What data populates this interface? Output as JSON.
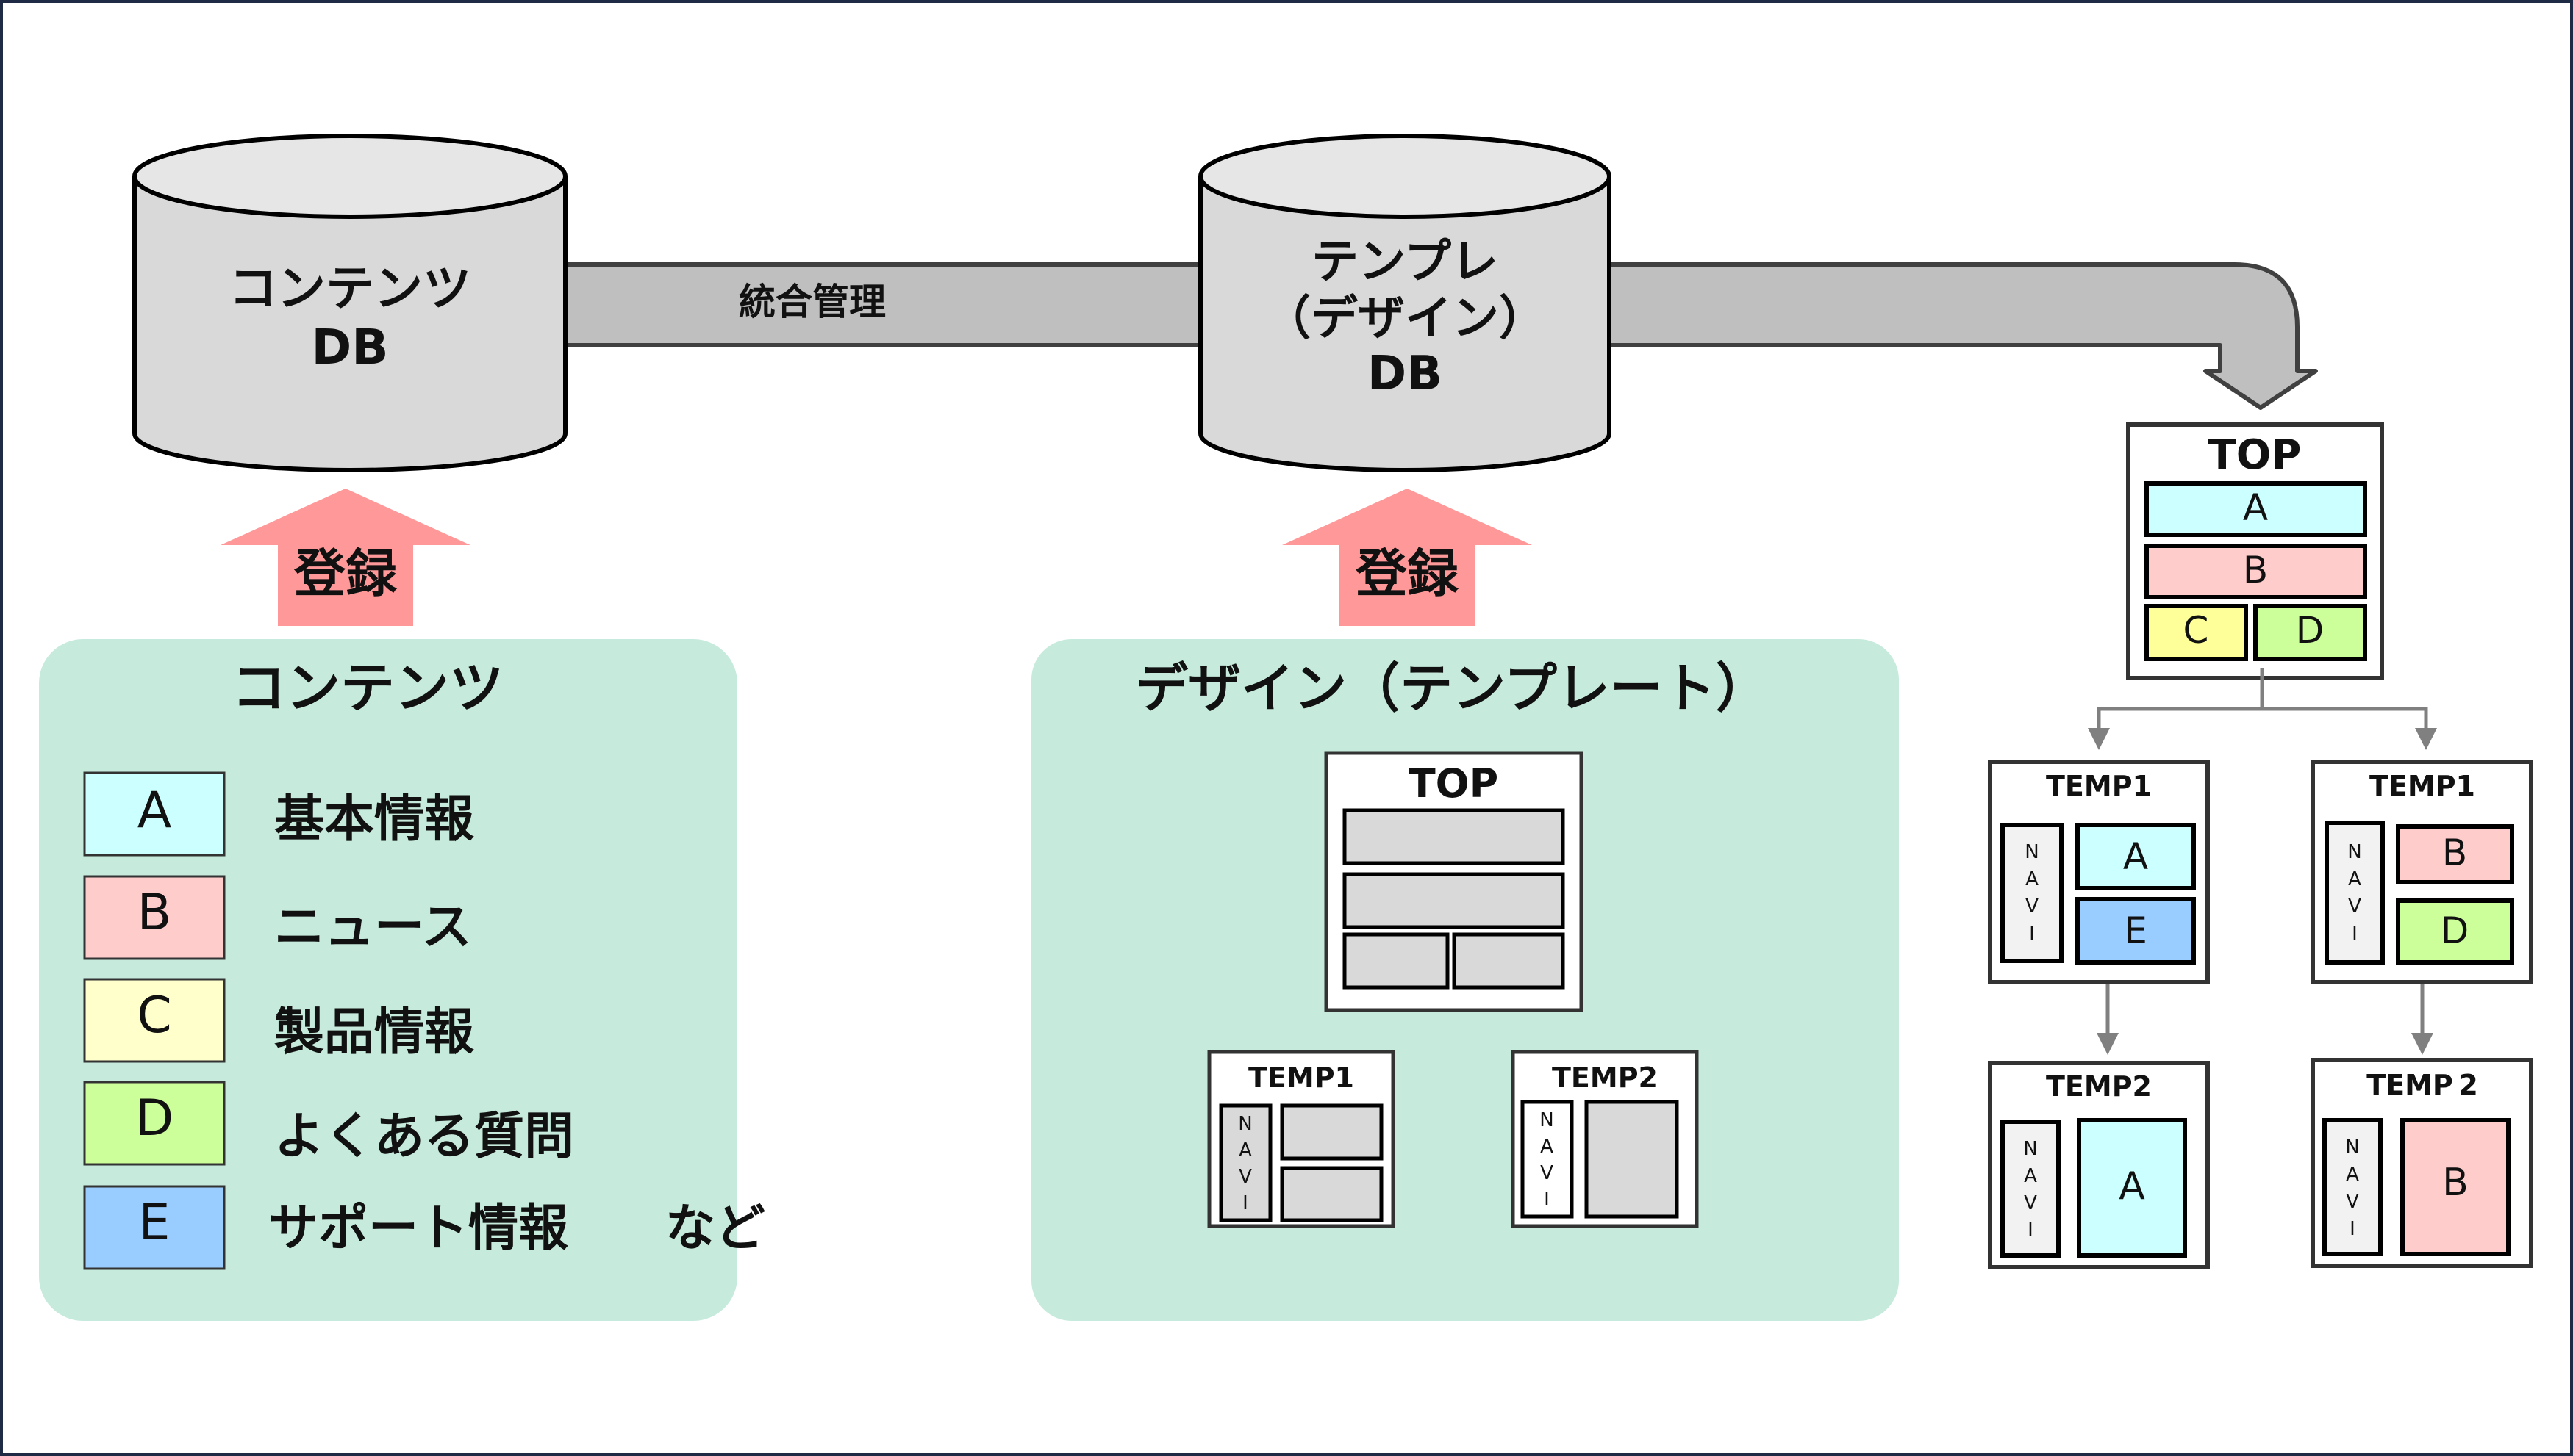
{
  "content_db": {
    "line1": "コンテンツ",
    "line2": "DB"
  },
  "template_db": {
    "line1": "テンプレ",
    "line2": "（デザイン）",
    "line3": "DB"
  },
  "integration_label": "統合管理",
  "register_label": "登録",
  "contents_panel": {
    "title": "コンテンツ",
    "items": [
      {
        "key": "A",
        "label": "基本情報",
        "color": "#ccffff"
      },
      {
        "key": "B",
        "label": "ニュース",
        "color": "#ffcccc"
      },
      {
        "key": "C",
        "label": "製品情報",
        "color": "#ffffcc"
      },
      {
        "key": "D",
        "label": "よくある質問",
        "color": "#ccff99"
      },
      {
        "key": "E",
        "label": "サポート情報",
        "color": "#99ccff"
      }
    ],
    "suffix": "など"
  },
  "design_panel": {
    "title": "デザイン（テンプレート）",
    "top_label": "TOP",
    "temp1_label": "TEMP1",
    "temp2_label": "TEMP2",
    "navi_letters": [
      "N",
      "A",
      "V",
      "I"
    ]
  },
  "result_tree": {
    "top_label": "TOP",
    "top_blocks": [
      "A",
      "B",
      "C",
      "D"
    ],
    "left_temp1": {
      "label": "TEMP1",
      "blocks": [
        "A",
        "E"
      ]
    },
    "right_temp1": {
      "label": "TEMP1",
      "blocks": [
        "B",
        "D"
      ]
    },
    "left_temp2": {
      "label": "TEMP2",
      "block": "A"
    },
    "right_temp2": {
      "label": "TEMP 2",
      "block": "B"
    }
  },
  "colors": {
    "panel_bg": "#c6ebdc",
    "cylinder_body": "#d9d9d9",
    "cylinder_top": "#e6e6e6",
    "pipe": "#bfbfbf",
    "register_arrow": "#ff9999",
    "slot_gray": "#d9d9d9",
    "navi_bg": "#f2f2f2",
    "frame_border": "#1f2a44"
  }
}
